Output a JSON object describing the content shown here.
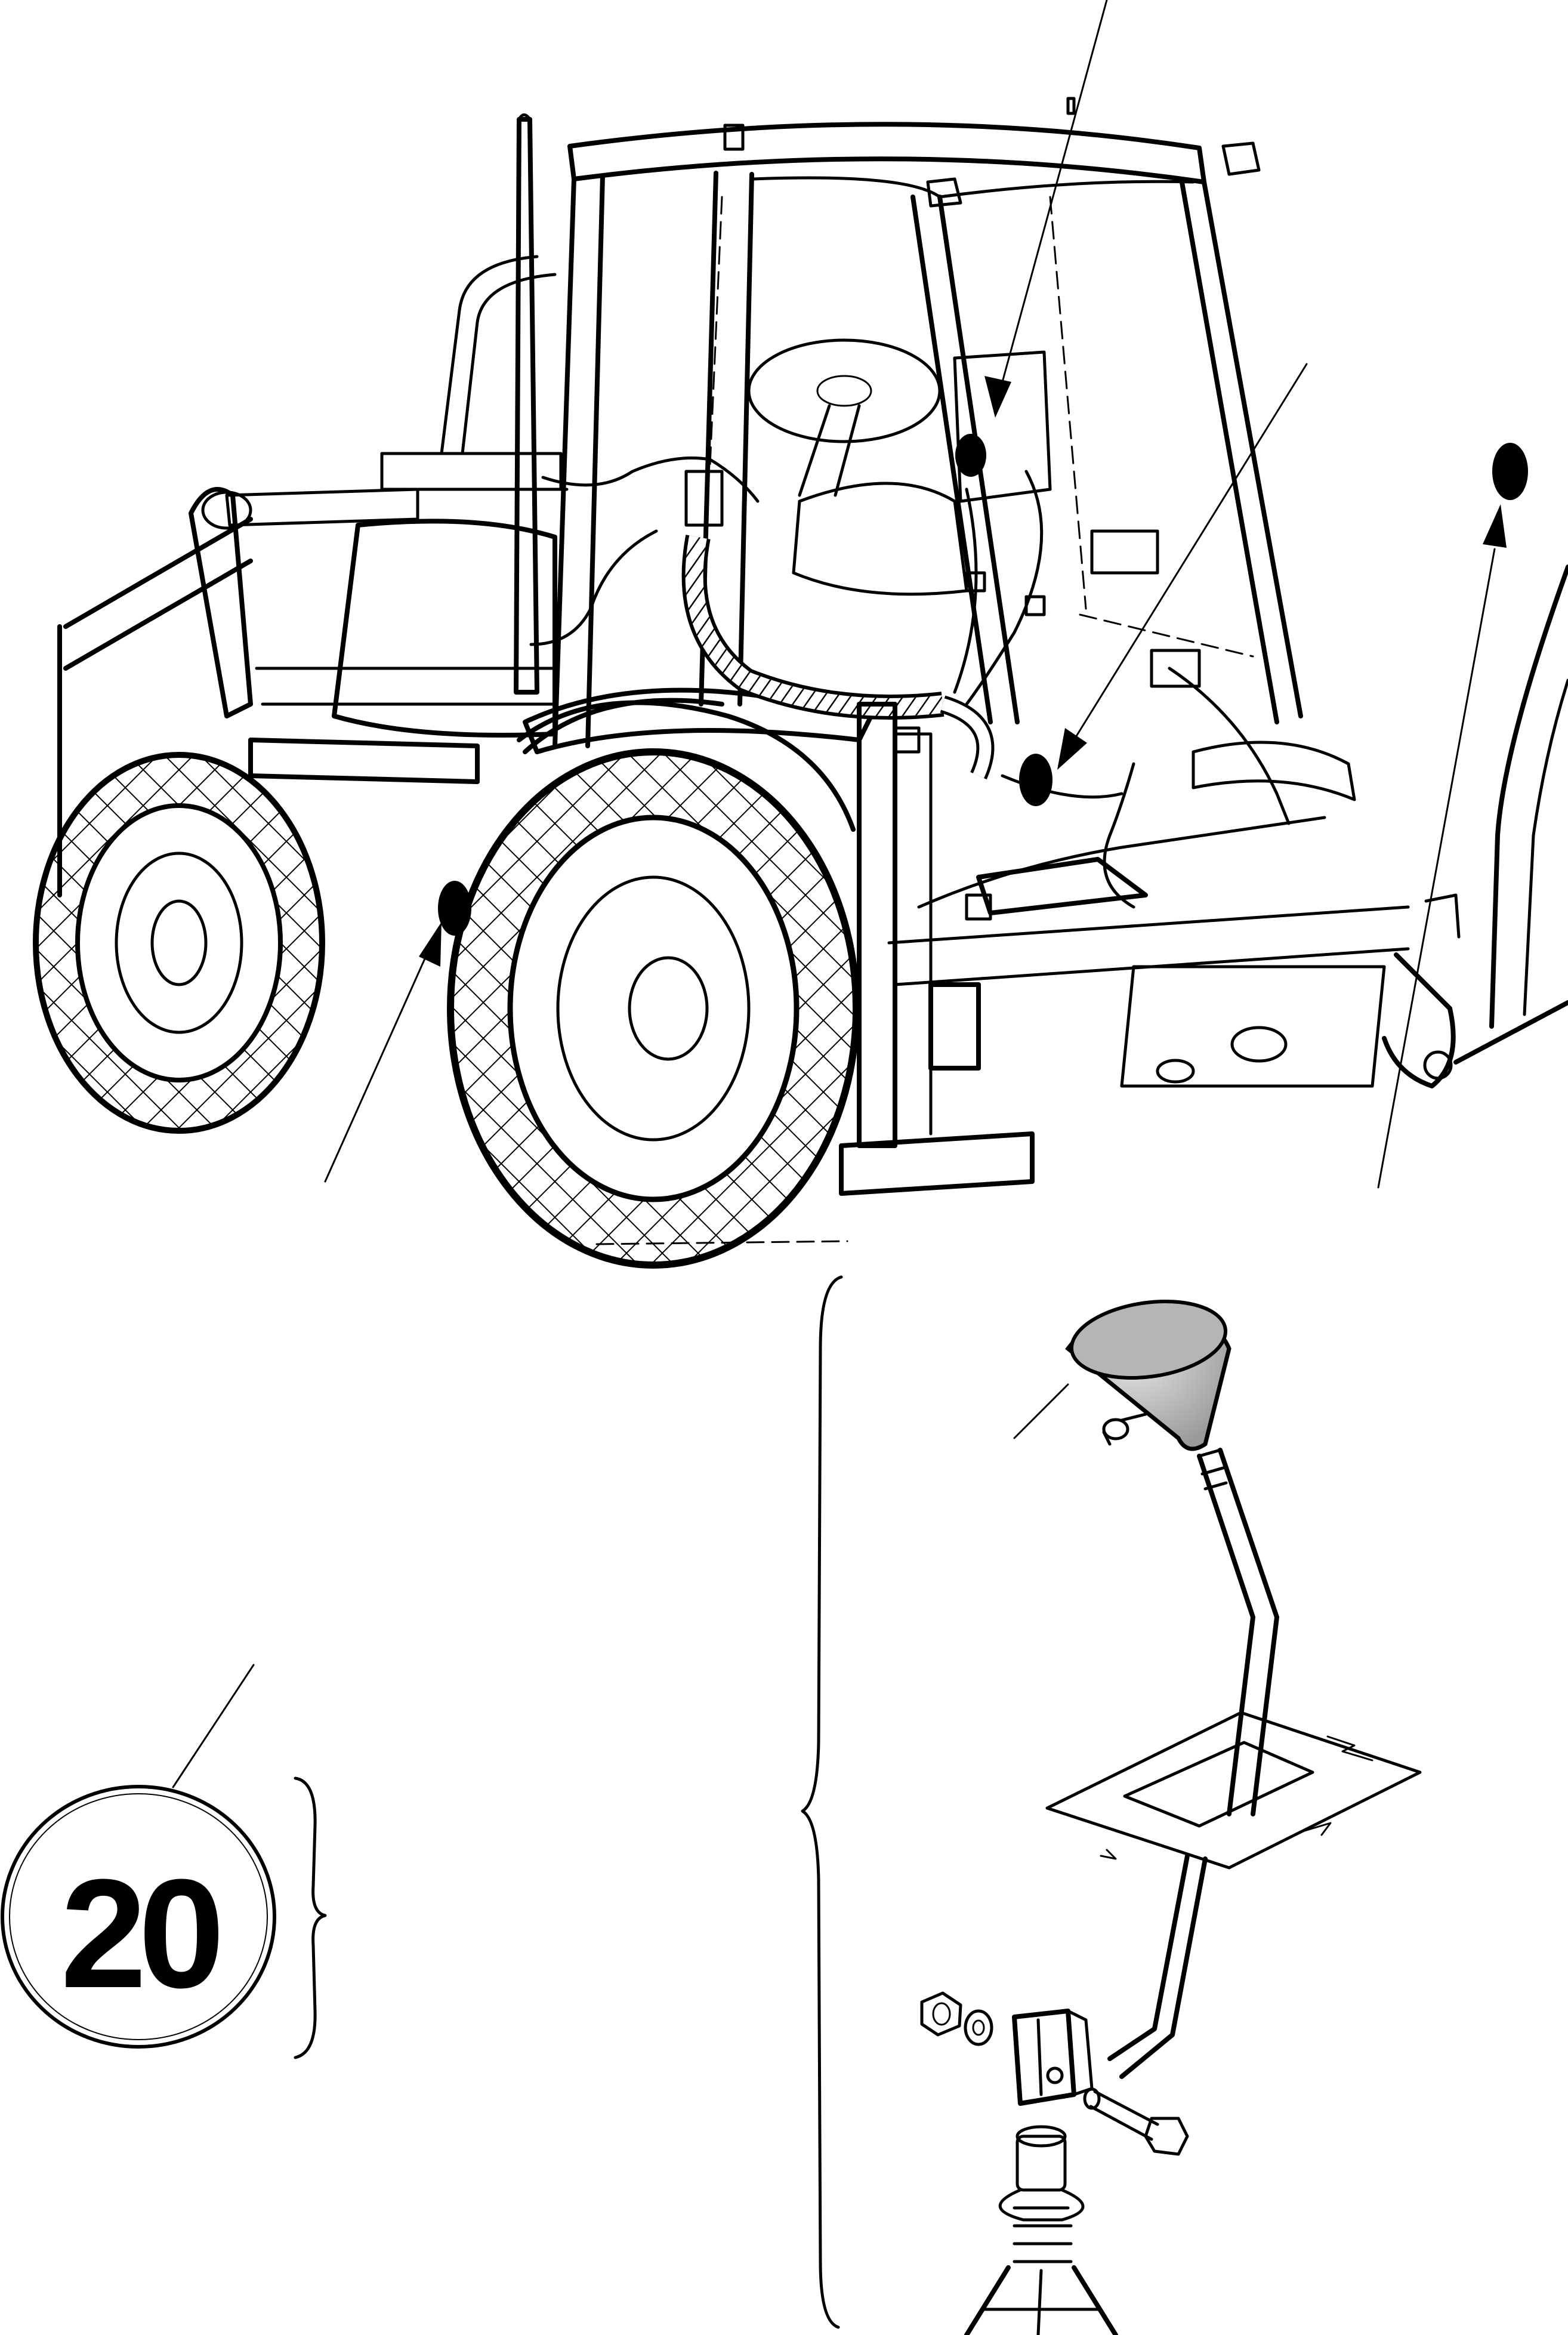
{
  "figure": {
    "callout_number": "20",
    "colors": {
      "ink": "#000000",
      "paper": "#ffffff",
      "knob_fill": "#c8c8c8"
    },
    "parts": [
      "backhoe-loader-cab-and-chassis",
      "front-wheel",
      "rear-wheel",
      "wiring-harness",
      "location-marker",
      "gear-lever-knob",
      "gear-lever-shaft",
      "floor-plate-gaiter",
      "lever-clamp-block",
      "nut",
      "washer",
      "clamp-bolt",
      "gearbox-selector-housing"
    ]
  }
}
